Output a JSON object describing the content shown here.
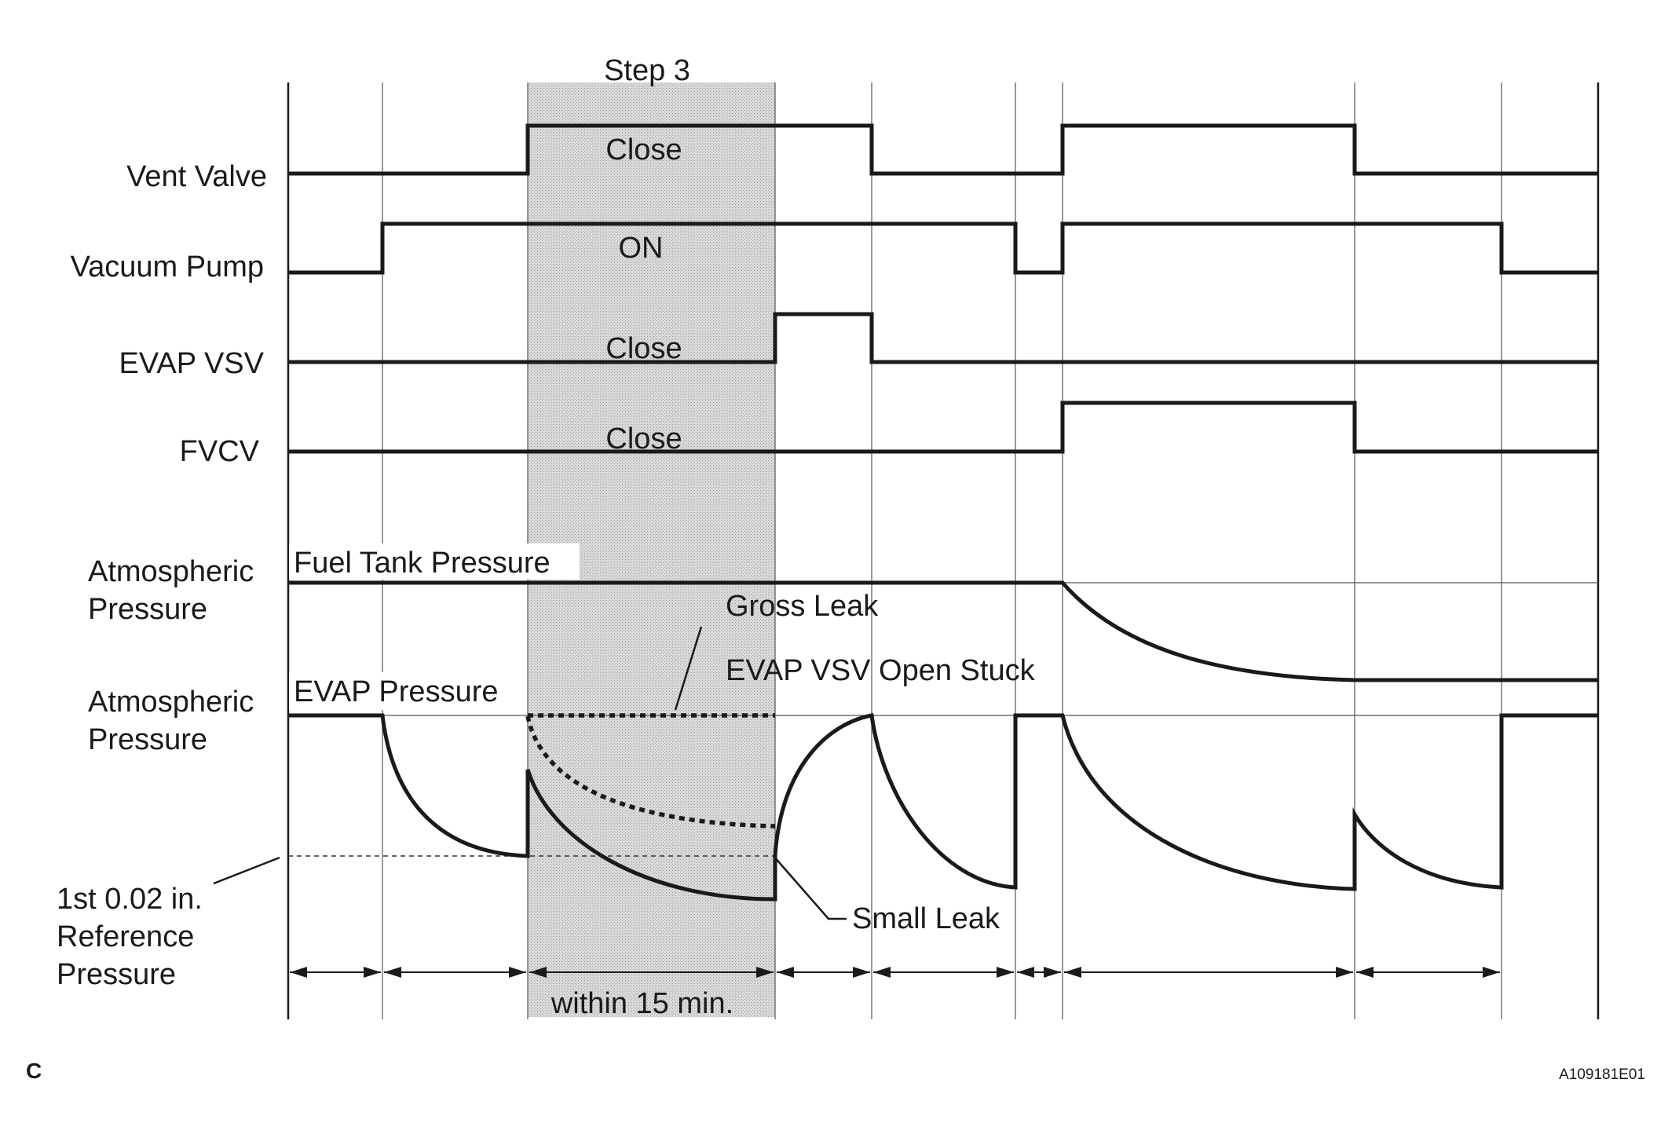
{
  "step_label": "Step 3",
  "signals": {
    "vent_valve": {
      "label": "Vent Valve",
      "state": "Close"
    },
    "vacuum_pump": {
      "label": "Vacuum Pump",
      "state": "ON"
    },
    "evap_vsv": {
      "label": "EVAP VSV",
      "state": "Close"
    },
    "fvcv": {
      "label": "FVCV",
      "state": "Close"
    }
  },
  "pressures": {
    "fuel_tank": {
      "axis_label_line1": "Atmospheric",
      "axis_label_line2": "Pressure",
      "trace_label": "Fuel Tank Pressure"
    },
    "evap": {
      "axis_label_line1": "Atmospheric",
      "axis_label_line2": "Pressure",
      "trace_label": "EVAP Pressure"
    }
  },
  "annotations": {
    "gross_leak": "Gross Leak",
    "evap_vsv_open_stuck": "EVAP VSV Open Stuck",
    "small_leak": "Small Leak",
    "reference_line1": "1st 0.02 in.",
    "reference_line2": "Reference",
    "reference_line3": "Pressure",
    "within_time": "within 15 min."
  },
  "figure_code": "A109181E01",
  "corner_letter": "C"
}
